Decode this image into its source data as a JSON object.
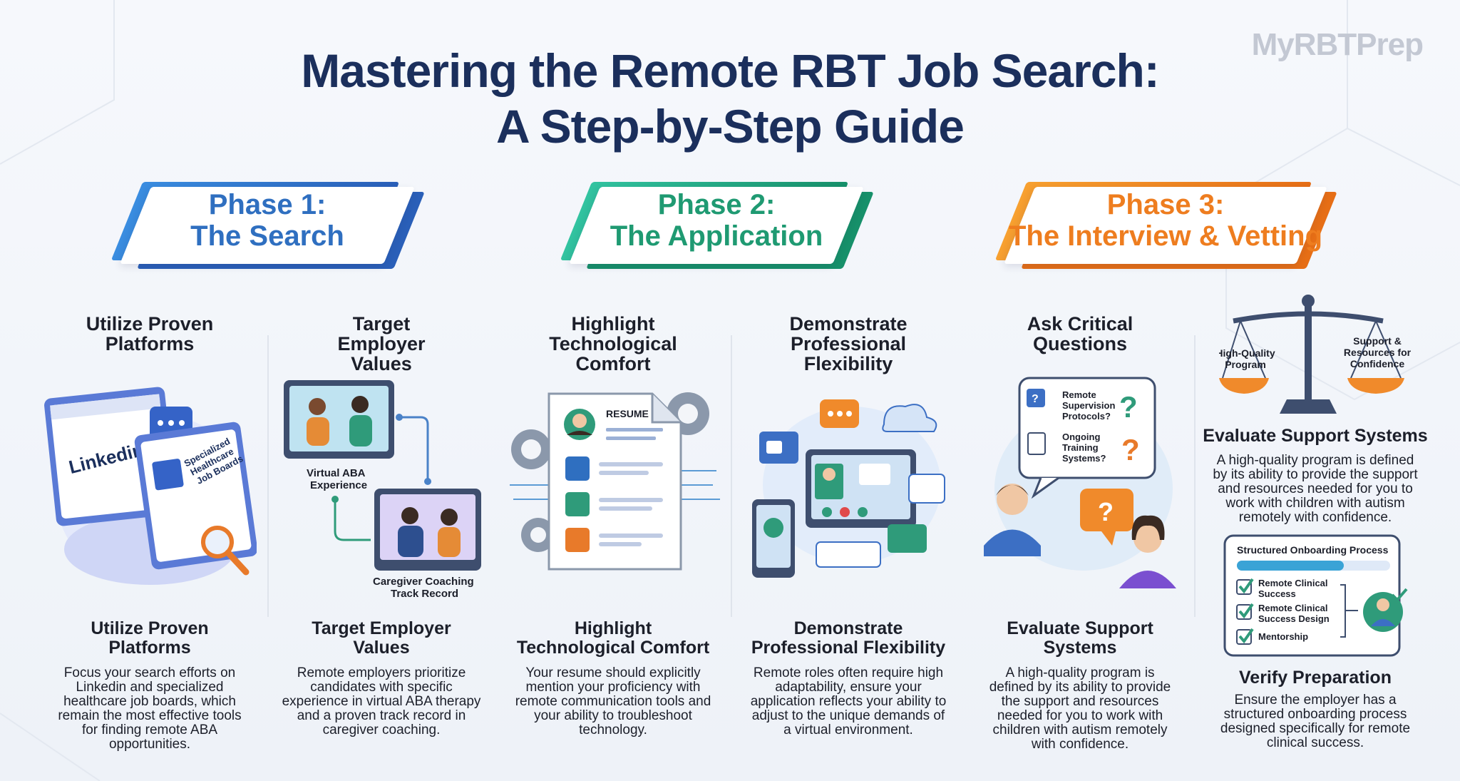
{
  "watermark": "MyRBTPrep",
  "title": {
    "line1": "Mastering the Remote RBT Job Search:",
    "line2": "A Step-by-Step Guide"
  },
  "colors": {
    "phase1": "#2f6fc0",
    "phase2": "#22a07a",
    "phase3": "#ee7d1f",
    "navy": "#1b2f5c"
  },
  "phases": [
    {
      "line1": "Phase 1:",
      "line2": "The Search"
    },
    {
      "line1": "Phase 2:",
      "line2": "The Application"
    },
    {
      "line1": "Phase 3:",
      "line2": "The Interview & Vetting"
    }
  ],
  "steps": [
    {
      "head": "Utilize Proven Platforms",
      "title": "Utilize Proven Platforms",
      "body": "Focus your search efforts on Linkedin and specialized healthcare job boards, which remain the most effective tools for finding remote ABA opportunities.",
      "icon": "job-platforms-illustration"
    },
    {
      "head": "Target Employer Values",
      "title": "Target Employer Values",
      "body": "Remote employers prioritize candidates with specific experience in virtual ABA therapy and a proven track record in caregiver coaching.",
      "icon": "video-session-illustration"
    },
    {
      "head": "Highlight Technological Comfort",
      "title": "Highlight Technological Comfort",
      "body": "Your resume should explicitly mention your proficiency with remote communication tools and your ability to troubleshoot technology.",
      "icon": "resume-illustration"
    },
    {
      "head": "Demonstrate Professional Flexibility",
      "title": "Demonstrate Professional Flexibility",
      "body": "Remote roles often require high adaptability, ensure your application reflects your ability to adjust to the unique demands of a virtual environment.",
      "icon": "devices-illustration"
    },
    {
      "head": "Ask Critical Questions",
      "title": "Evaluate Support Systems",
      "body": "A high-quality program is defined by its ability to provide the support and resources needed for you to work with children with autism remotely with confidence.",
      "icon": "interview-questions-illustration"
    }
  ],
  "illus": {
    "linkedin": "Linkedin",
    "boards": [
      "Specialized",
      "Healthcare",
      "Job Boards"
    ],
    "virtual_aba": [
      "Virtual ABA",
      "Experience"
    ],
    "caregiver": [
      "Caregiver Coaching",
      "Track Record"
    ],
    "resume": "RESUME",
    "q1": [
      "Remote",
      "Supervision",
      "Protocols?"
    ],
    "q2": [
      "Ongoing",
      "Training",
      "Systems?"
    ],
    "scale_left": [
      "High-Quality",
      "Program"
    ],
    "scale_right": [
      "Support &",
      "Resources for",
      "Confidence"
    ],
    "onboarding_title": "Structured Onboarding Process",
    "onboarding_items": [
      [
        "Remote Clinical",
        "Success"
      ],
      [
        "Remote Clinical",
        "Success Design"
      ],
      [
        "Mentorship"
      ]
    ]
  },
  "evaluate": {
    "title": "Evaluate Support Systems",
    "body": "A high-quality program is defined by its ability to provide the support and resources needed for you to work with children with autism remotely with confidence."
  },
  "verify": {
    "title": "Verify Preparation",
    "body": "Ensure the employer has a structured onboarding process designed specifically for remote clinical success."
  }
}
